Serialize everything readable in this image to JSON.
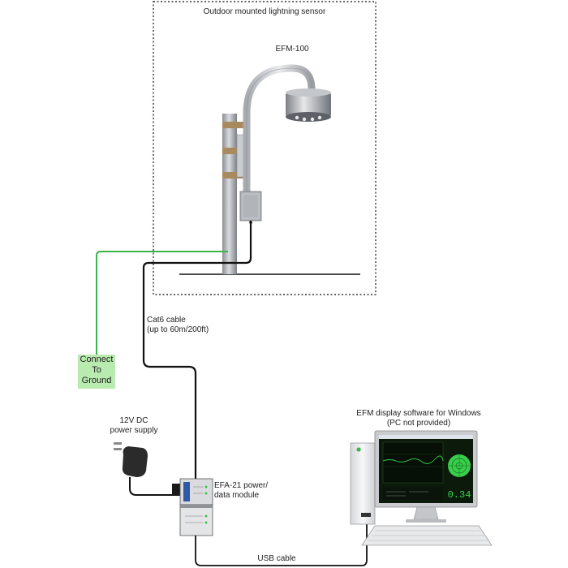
{
  "labels": {
    "enclosure_title": "Outdoor mounted lightning sensor",
    "sensor_name": "EFM-100",
    "cable_line1": "Cat6 cable",
    "cable_line2": "(up to 60m/200ft)",
    "ground_line1": "Connect",
    "ground_line2": "To",
    "ground_line3": "Ground",
    "psu_line1": "12V DC",
    "psu_line2": "power supply",
    "module_line1": "EFA-21 power/",
    "module_line2": "data module",
    "software_line1": "EFM display software for Windows",
    "software_line2": "(PC not provided)",
    "usb_label": "USB cable",
    "readout": "0.34"
  },
  "colors": {
    "ground_wire": "#3cb44b",
    "ground_box": "#b9eab0",
    "cable": "#111111",
    "screen_bg": "#0c1a0c",
    "radar": "#37d04a"
  }
}
